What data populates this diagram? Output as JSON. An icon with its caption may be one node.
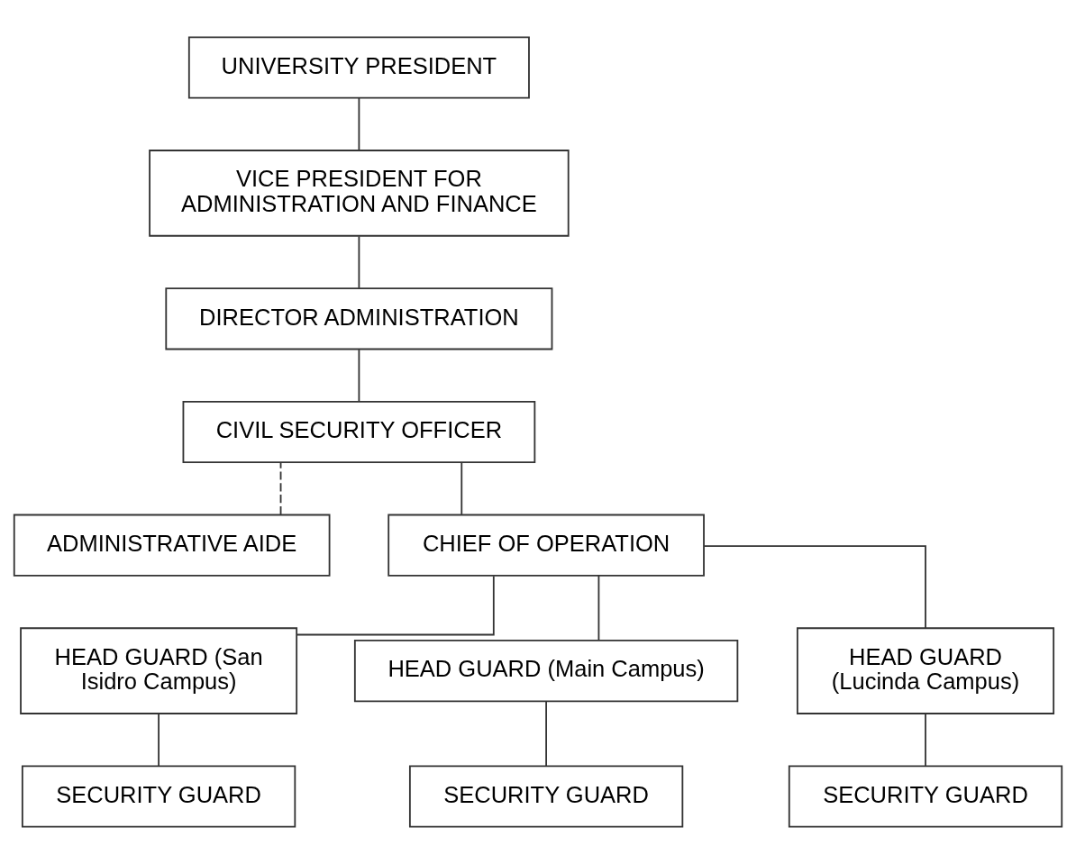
{
  "diagram": {
    "nodes": [
      {
        "text": [
          "UNIVERSITY PRESIDENT"
        ]
      },
      {
        "text": [
          "VICE PRESIDENT FOR ADMINISTRATION AND FINANCE"
        ]
      },
      {
        "text": [
          "DIRECTOR ADMINISTRATION"
        ]
      },
      {
        "text": [
          "CIVIL SECURITY OFFICER"
        ]
      },
      {
        "text": [
          "ADMINISTRATIVE AIDE"
        ]
      },
      {
        "text": [
          "CHIEF OF OPERATION"
        ]
      },
      {
        "text": [
          "HEAD GUARD (San Isidro Campus)"
        ]
      },
      {
        "text": [
          "HEAD GUARD (Main Campus)"
        ]
      },
      {
        "text": [
          "HEAD GUARD (Lucinda Campus)"
        ]
      },
      {
        "text": [
          "SECURITY GUARD"
        ]
      },
      {
        "text": [
          "SECURITY GUARD"
        ]
      },
      {
        "text": [
          "SECURITY GUARD"
        ]
      }
    ],
    "edges": [
      {
        "from": 0,
        "to": 1,
        "arrow": "none"
      },
      {
        "from": 1,
        "to": 2,
        "arrow": "none"
      },
      {
        "from": 2,
        "to": 3,
        "arrow": "none"
      },
      {
        "from": 3,
        "to": 5,
        "arrow": "none"
      },
      {
        "from": 4,
        "to": 3,
        "arrow": "none",
        "style": "dashed"
      },
      {
        "from": 5,
        "to": 6,
        "arrow": "none"
      },
      {
        "from": 5,
        "to": 7,
        "arrow": "none"
      },
      {
        "from": 5,
        "to": 8,
        "arrow": "none"
      },
      {
        "from": 6,
        "to": 9,
        "arrow": "none"
      },
      {
        "from": 7,
        "to": 10,
        "arrow": "none"
      },
      {
        "from": 8,
        "to": 11,
        "arrow": "none"
      }
    ]
  }
}
